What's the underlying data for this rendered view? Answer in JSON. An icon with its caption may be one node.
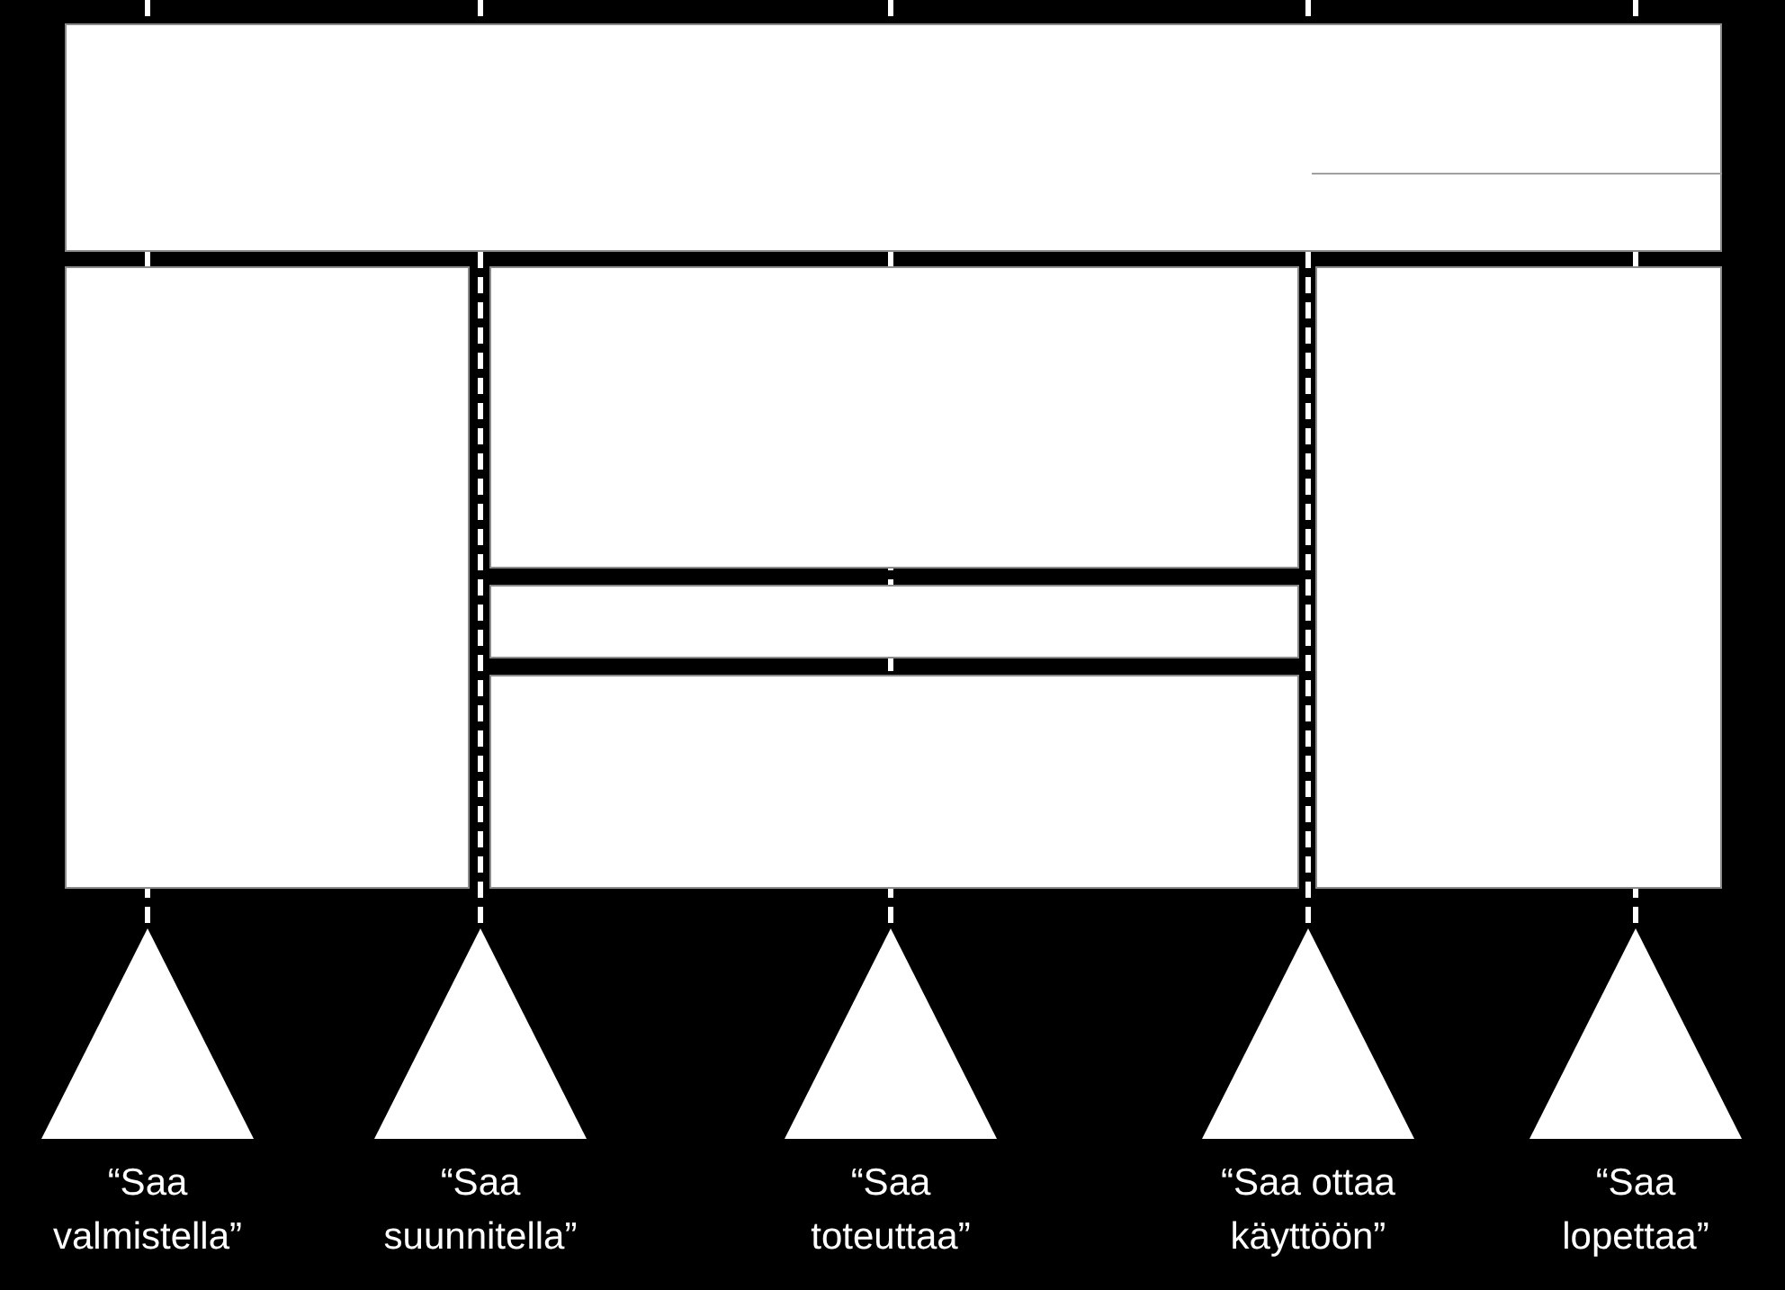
{
  "diagram": {
    "nodes": [
      {
        "text": [],
        "shape": "box"
      },
      {
        "text": [],
        "shape": "box"
      },
      {
        "text": [],
        "shape": "box"
      },
      {
        "text": [],
        "shape": "box"
      },
      {
        "text": [],
        "shape": "box"
      },
      {
        "text": [],
        "shape": "box"
      },
      {
        "text": [
          "“Saa valmistella”"
        ]
      },
      {
        "text": [
          "“Saa suunnitella”"
        ]
      },
      {
        "text": [
          "“Saa toteuttaa”"
        ]
      },
      {
        "text": [
          "“Saa ottaa käyttöön”"
        ]
      },
      {
        "text": [
          "“Saa lopettaa”"
        ]
      }
    ],
    "edges": [
      {
        "from": null,
        "to": 6,
        "arrow": "none",
        "style": "dashed"
      },
      {
        "from": null,
        "to": 7,
        "arrow": "none",
        "style": "dashed"
      },
      {
        "from": null,
        "to": 8,
        "arrow": "none",
        "style": "dashed"
      },
      {
        "from": null,
        "to": 9,
        "arrow": "none",
        "style": "dashed"
      },
      {
        "from": null,
        "to": 10,
        "arrow": "none",
        "style": "dashed"
      }
    ]
  }
}
